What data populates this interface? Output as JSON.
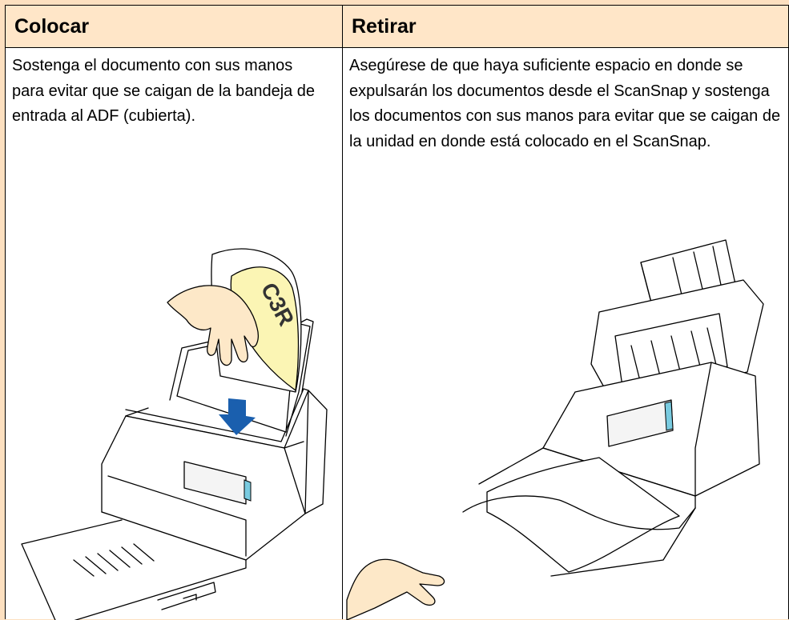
{
  "table": {
    "headers": [
      "Colocar",
      "Retirar"
    ],
    "colocar_text": "Sostenga el documento con sus manos para evitar que se caigan de la bandeja de entrada al ADF (cubierta).",
    "retirar_text": "Asegúrese de que haya suficiente espacio en donde se expulsarán los documentos desde el ScanSnap y sostenga los documentos con sus manos para evitar que se caigan de la unidad en donde está colocado en el ScanSnap."
  },
  "illustrations": {
    "left": {
      "paper_text": "C3R",
      "paper_color": "#fbf5b4",
      "arrow_color": "#1a5fae",
      "icon": "scanner-loading-illustration"
    },
    "right": {
      "icon": "scanner-ejecting-illustration"
    }
  },
  "colors": {
    "header_bg": "#ffe6c8",
    "margin_bg": "#fde0c0",
    "accent_strip": "#79cbe0"
  }
}
